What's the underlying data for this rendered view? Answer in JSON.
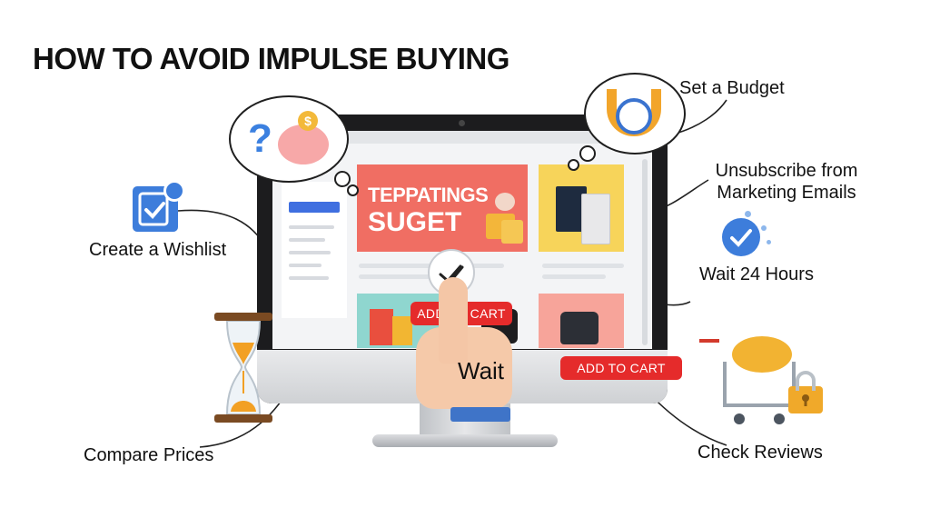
{
  "title": "HOW TO AVOID IMPULSE BUYING",
  "tips": {
    "set_budget": "Set a Budget",
    "unsubscribe_line1": "Unsubscribe from",
    "unsubscribe_line2": "Marketing Emails",
    "create_wishlist": "Create a Wishlist",
    "wait_24": "Wait 24 Hours",
    "compare_prices": "Compare Prices",
    "check_reviews": "Check Reviews"
  },
  "screen": {
    "banner_line1": "TEPPATINGS",
    "banner_line2": "SUGET",
    "add_to_cart_overlay": "ADD TO CART",
    "add_to_cart_bottom": "ADD TO CART",
    "wait_label": "Wait"
  },
  "icons": {
    "thought_bubble": "piggy-bank-icon",
    "question": "question-mark-icon",
    "coin": "$",
    "budget": "stopwatch-magnet-icon",
    "wishlist": "checklist-icon",
    "wait": "check-badge-icon",
    "compare": "hourglass-icon",
    "reviews": "cart-lock-icon"
  },
  "colors": {
    "accent_red": "#e52b2b",
    "accent_blue": "#3d7ddb",
    "banner": "#f06e63",
    "gold": "#f2b332"
  }
}
